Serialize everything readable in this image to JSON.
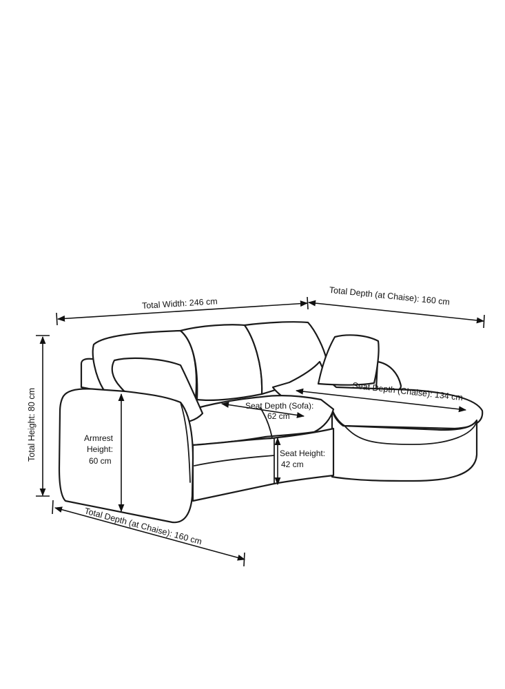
{
  "dimensions": {
    "total_width": "Total Width: 246 cm",
    "total_depth_chaise_top": "Total Depth (at Chaise): 160 cm",
    "total_depth_chaise_bottom": "Total Depth (at Chaise): 160 cm",
    "total_height": "Total Height: 80 cm",
    "seat_depth_chaise": "Seat Depth (Chaise): 134 cm",
    "seat_depth_sofa_line1": "Seat Depth (Sofa):",
    "seat_depth_sofa_line2": "62 cm",
    "seat_height_line1": "Seat Height:",
    "seat_height_line2": "42 cm",
    "armrest_line1": "Armrest",
    "armrest_line2": "Height:",
    "armrest_line3": "60 cm"
  }
}
